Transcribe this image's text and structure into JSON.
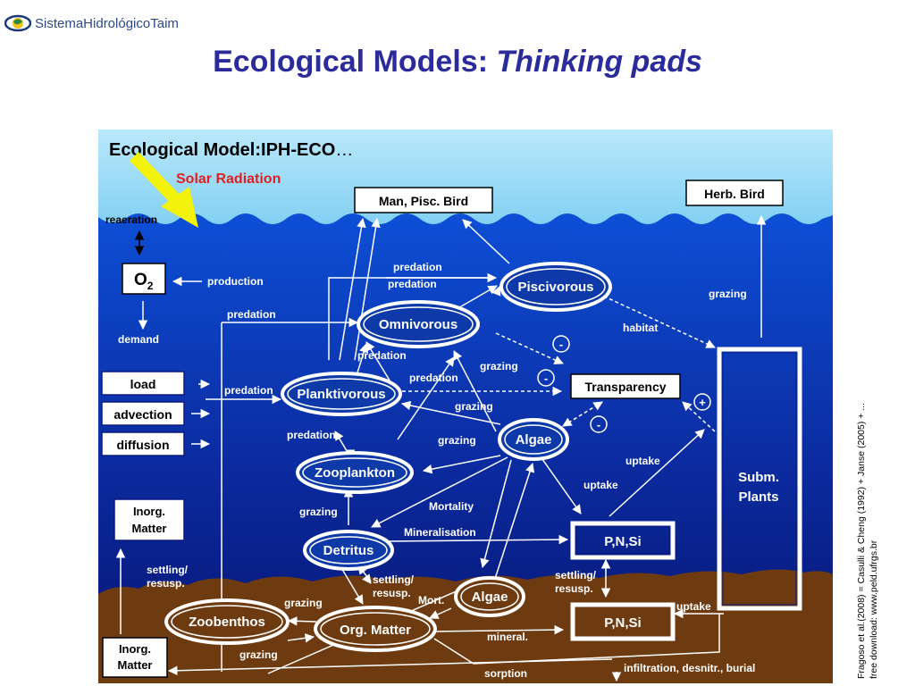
{
  "brand": {
    "name": "SistemaHidrológicoTaim",
    "logo_icon": "eye-globe-icon"
  },
  "slide": {
    "title_main": "Ecological Models: ",
    "title_italic": "Thinking pads"
  },
  "diagram": {
    "heading": "Ecological Model:IPH-ECO",
    "heading_ellipsis": "…",
    "solar_radiation": "Solar Radiation",
    "boxes": {
      "man_bird": "Man, Pisc. Bird",
      "herb_bird": "Herb. Bird",
      "o2": "O",
      "o2_sub": "2",
      "load": "load",
      "advection": "advection",
      "diffusion": "diffusion",
      "transparency": "Transparency",
      "pnsi_top": "P,N,Si",
      "pnsi_bottom": "P,N,Si",
      "inorg_top_1": "Inorg.",
      "inorg_top_2": "Matter",
      "inorg_bottom_1": "Inorg.",
      "inorg_bottom_2": "Matter",
      "subm_1": "Subm.",
      "subm_2": "Plants"
    },
    "nodes": {
      "piscivorous": "Piscivorous",
      "omnivorous": "Omnivorous",
      "planktivorous": "Planktivorous",
      "zooplankton": "Zooplankton",
      "algae_top": "Algae",
      "detritus": "Detritus",
      "algae_bottom": "Algae",
      "org_matter": "Org. Matter",
      "zoobenthos": "Zoobenthos"
    },
    "labels": {
      "reaeration": "reaeration",
      "production": "production",
      "demand": "demand",
      "predation_1": "predation",
      "predation_2": "predation",
      "predation_3": "predation",
      "predation_4": "predation",
      "predation_5": "predation",
      "predation_6": "predation",
      "predation_7": "predation",
      "grazing_right": "grazing",
      "habitat": "habitat",
      "grazing_1": "grazing",
      "grazing_2": "grazing",
      "grazing_3": "grazing",
      "grazing_4": "grazing",
      "grazing_5": "grazing",
      "grazing_6": "grazing",
      "uptake_1": "uptake",
      "uptake_2": "uptake",
      "uptake_3": "uptake",
      "mortality": "Mortality",
      "mineralisation": "Mineralisation",
      "settling_1a": "settling/",
      "settling_1b": "resusp.",
      "settling_2a": "settling/",
      "settling_2b": "resusp.",
      "settling_3a": "settling/",
      "settling_3b": "resusp.",
      "mort": "Mort.",
      "mineral": "mineral.",
      "sorption": "sorption",
      "infiltration": "infiltration, desnitr., burial",
      "minus_1": "-",
      "minus_2": "-",
      "minus_3": "-",
      "plus": "+"
    }
  },
  "credit": {
    "line1": "Fragoso et al.(2008) = Casulli & Cheng (1992) + Janse (2005) + ...",
    "line2": "free download: www.peld.ufrgs.br"
  },
  "colors": {
    "title": "#2b2b9b",
    "sky_top": "#9fdcf6",
    "water_deep": "#0a1a80",
    "sediment": "#6b3a12",
    "arrow_yellow": "#f2f20a",
    "solar_text": "#e02020"
  }
}
